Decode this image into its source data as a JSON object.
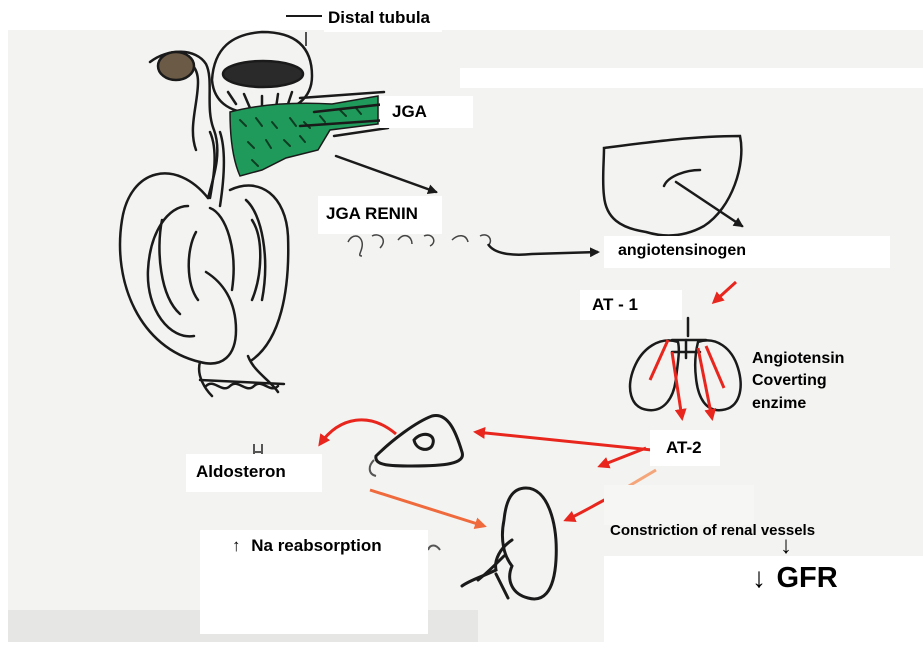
{
  "labels": {
    "distal_tubula": "Distal  tubula",
    "jga": "JGA",
    "jga_renin": "JGA   RENIN",
    "angiotensinogen": "angiotensinogen",
    "at1": "AT - 1",
    "ace_line1": "Angiotensin",
    "ace_line2": "Coverting",
    "ace_line3": "enzime",
    "at2": "AT-2",
    "aldosteron": "Aldosteron",
    "na_arrow": "↑",
    "na_text": "Na reabsorption",
    "constriction": "Constriction   of renal   vessels",
    "constriction_arrow": "↓",
    "gfr_arrow": "↓",
    "gfr": "GFR"
  },
  "colors": {
    "ink": "#1a1a1a",
    "arrow_red": "#e8261e",
    "arrow_orange": "#ef6a3c",
    "jga_green": "#1f9a5a",
    "paper": "#f2f2f0"
  }
}
